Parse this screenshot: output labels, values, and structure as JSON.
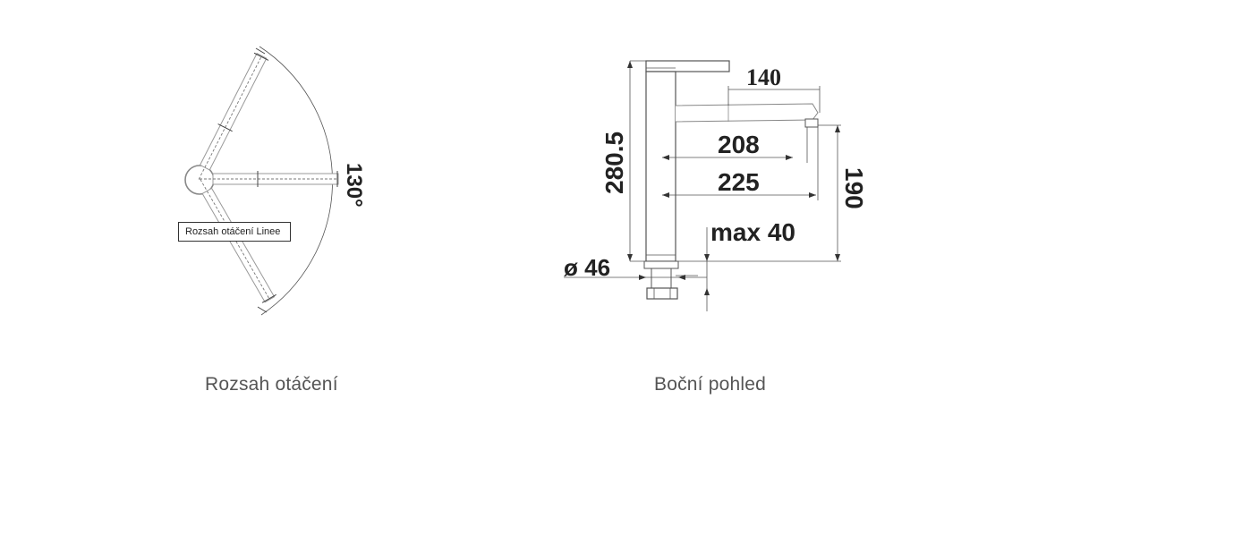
{
  "rotation_view": {
    "angle_label": "130°",
    "tooltip": "Rozsah otáčení Linee",
    "caption": "Rozsah otáčení"
  },
  "side_view": {
    "dimensions": {
      "spout_reach": "140",
      "reach_a": "208",
      "reach_b": "225",
      "total_height": "280.5",
      "spout_height": "190",
      "max_thickness": "max 40",
      "diameter": "ø 46"
    },
    "caption": "Boční pohled"
  }
}
